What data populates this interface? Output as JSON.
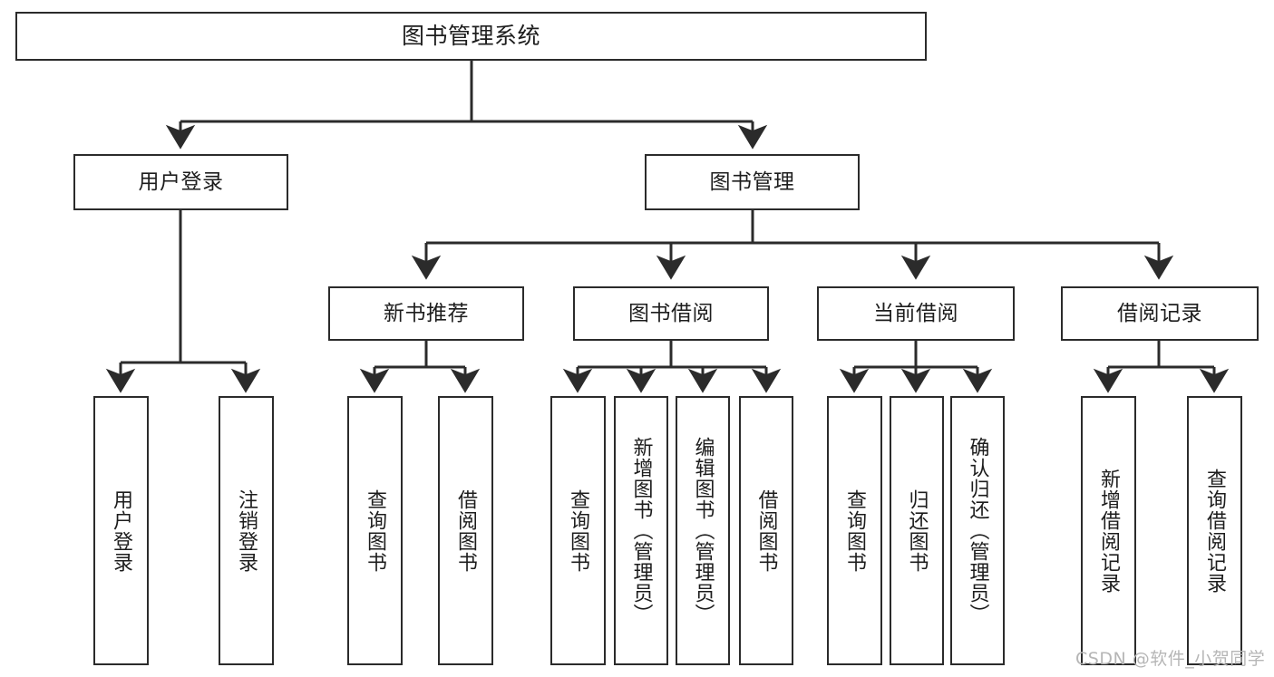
{
  "diagram": {
    "title": "图书管理系统",
    "type": "hierarchy-tree",
    "watermark": "CSDN @软件_小贺同学",
    "colors": {
      "box_border": "#2b2b2b",
      "box_fill": "#ffffff",
      "connector": "#2b2b2b",
      "text": "#1d1d1d",
      "watermark": "#b6b6b6",
      "background": "#ffffff"
    },
    "levels": {
      "root": {
        "label": "图书管理系统"
      },
      "level2": [
        {
          "label": "用户登录"
        },
        {
          "label": "图书管理"
        }
      ],
      "level3": [
        {
          "label": "新书推荐"
        },
        {
          "label": "图书借阅"
        },
        {
          "label": "当前借阅"
        },
        {
          "label": "借阅记录"
        }
      ],
      "leaves": [
        {
          "label": "用户登录",
          "parent": "用户登录"
        },
        {
          "label": "注销登录",
          "parent": "用户登录"
        },
        {
          "label": "查询图书",
          "parent": "新书推荐"
        },
        {
          "label": "借阅图书",
          "parent": "新书推荐"
        },
        {
          "label": "查询图书",
          "parent": "图书借阅"
        },
        {
          "label": "新增图书（管理员）",
          "parent": "图书借阅"
        },
        {
          "label": "编辑图书（管理员）",
          "parent": "图书借阅"
        },
        {
          "label": "借阅图书",
          "parent": "图书借阅"
        },
        {
          "label": "查询图书",
          "parent": "当前借阅"
        },
        {
          "label": "归还图书",
          "parent": "当前借阅"
        },
        {
          "label": "确认归还（管理员）",
          "parent": "当前借阅"
        },
        {
          "label": "新增借阅记录",
          "parent": "借阅记录"
        },
        {
          "label": "查询借阅记录",
          "parent": "借阅记录"
        }
      ]
    }
  }
}
